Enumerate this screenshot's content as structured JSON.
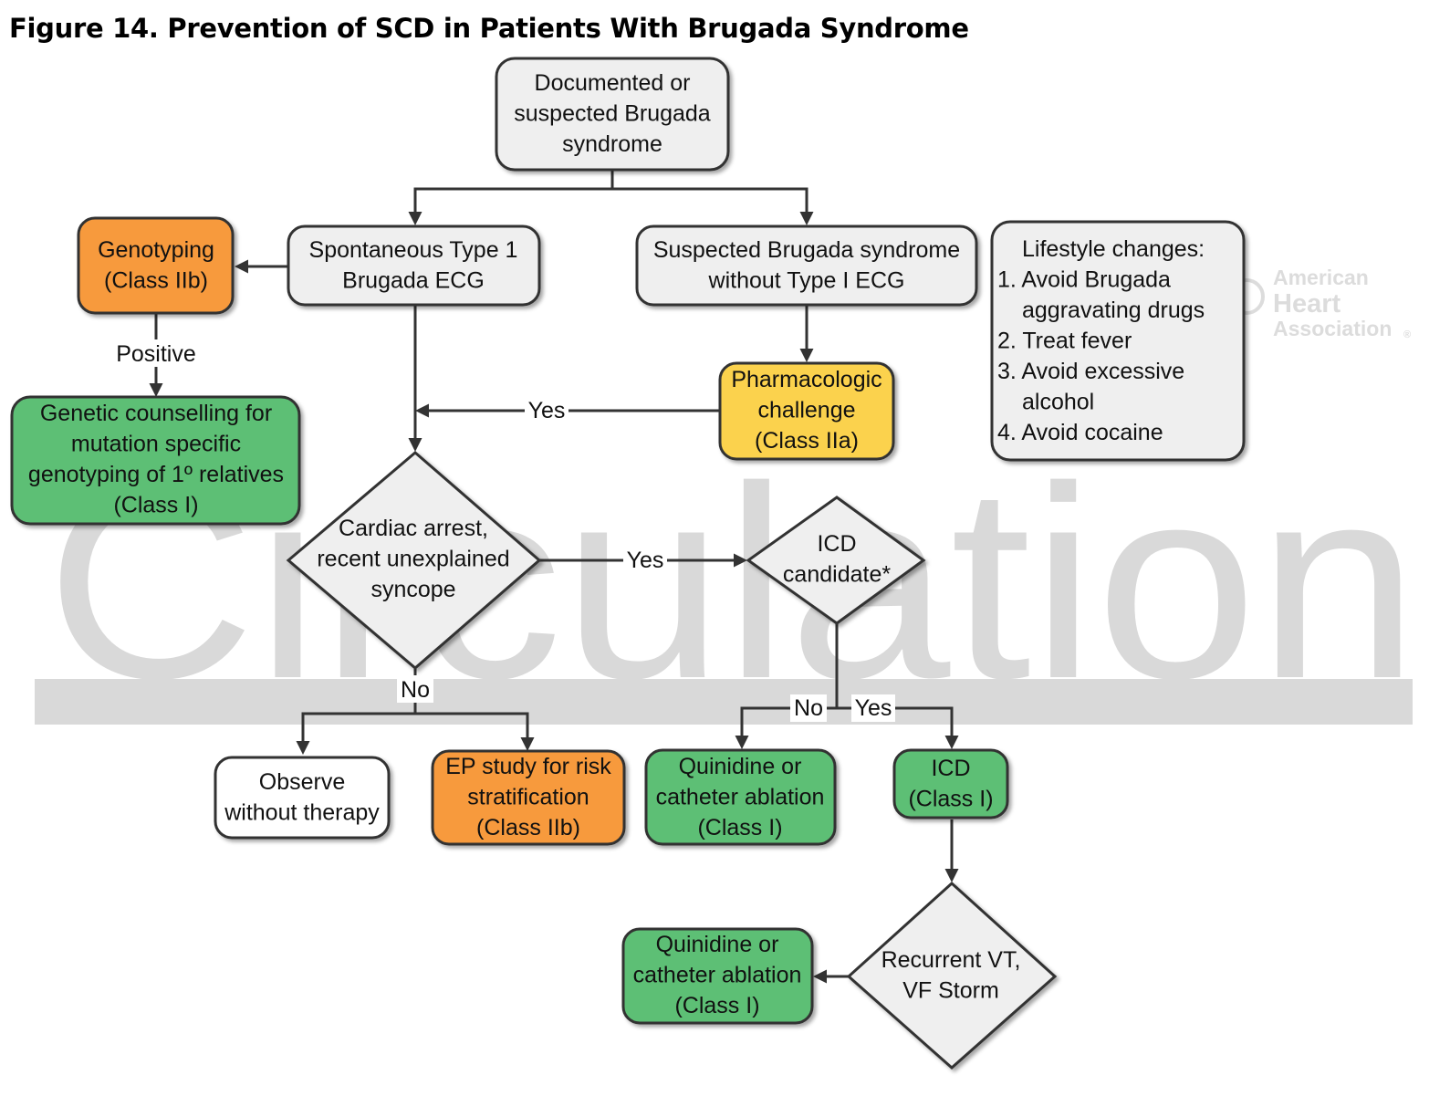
{
  "title": "Figure 14. Prevention of SCD in Patients With Brugada Syndrome",
  "watermark": {
    "text": "Circulation",
    "logo_lines": [
      "American",
      "Heart",
      "Association"
    ],
    "logo_mark": "®"
  },
  "colors": {
    "gray_fill": "#efefef",
    "orange_fill": "#f79a3c",
    "yellow_fill": "#fbd24d",
    "green_fill": "#5dbf74",
    "white_fill": "#ffffff",
    "stroke": "#333333",
    "watermark": "#d9d9d9"
  },
  "nodes": {
    "start": {
      "lines": [
        "Documented or",
        "suspected Brugada",
        "syndrome"
      ]
    },
    "spontaneous": {
      "lines": [
        "Spontaneous Type 1",
        "Brugada ECG"
      ]
    },
    "suspected": {
      "lines": [
        "Suspected Brugada syndrome",
        "without Type I ECG"
      ]
    },
    "genotyping": {
      "lines": [
        "Genotyping",
        "(Class IIb)"
      ]
    },
    "counselling": {
      "lines": [
        "Genetic counselling for",
        "mutation specific",
        "genotyping of 1º relatives",
        "(Class I)"
      ]
    },
    "pharmacologic": {
      "lines": [
        "Pharmacologic",
        "challenge",
        "(Class IIa)"
      ]
    },
    "lifestyle": {
      "lines": [
        "Lifestyle changes:",
        "1. Avoid Brugada",
        "aggravating drugs",
        "2. Treat fever",
        "3. Avoid excessive",
        "alcohol",
        "4. Avoid cocaine"
      ]
    },
    "cardiac_arrest": {
      "lines": [
        "Cardiac arrest,",
        "recent unexplained",
        "syncope"
      ]
    },
    "icd_candidate": {
      "lines": [
        "ICD",
        "candidate*"
      ]
    },
    "observe": {
      "lines": [
        "Observe",
        "without therapy"
      ]
    },
    "ep_study": {
      "lines": [
        "EP study for risk",
        "stratification",
        "(Class IIb)"
      ]
    },
    "quinidine1": {
      "lines": [
        "Quinidine or",
        "catheter ablation",
        "(Class I)"
      ]
    },
    "icd": {
      "lines": [
        "ICD",
        "(Class I)"
      ]
    },
    "recurrent": {
      "lines": [
        "Recurrent VT,",
        "VF Storm"
      ]
    },
    "quinidine2": {
      "lines": [
        "Quinidine or",
        "catheter ablation",
        "(Class I)"
      ]
    }
  },
  "edge_labels": {
    "positive": "Positive",
    "yes_pharm": "Yes",
    "yes_icd": "Yes",
    "no_arrest": "No",
    "no_icd": "No",
    "yes_candidate": "Yes"
  }
}
